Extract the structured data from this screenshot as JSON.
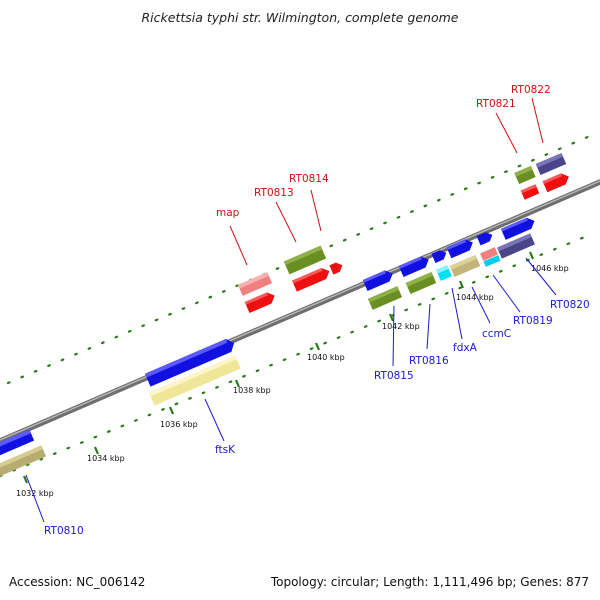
{
  "title": "Rickettsia typhi str. Wilmington, complete genome",
  "footer": {
    "accession": "Accession: NC_006142",
    "summary": "Topology: circular; Length: 1,111,496 bp; Genes: 877"
  },
  "tick_labels": [
    "1032 kbp",
    "1034 kbp",
    "1036 kbp",
    "1038 kbp",
    "1040 kbp",
    "1042 kbp",
    "1044 kbp",
    "1046 kbp"
  ],
  "gene_labels": {
    "RT0810": "RT0810",
    "ftsK": "ftsK",
    "map": "map",
    "RT0813": "RT0813",
    "RT0814": "RT0814",
    "RT0815": "RT0815",
    "RT0816": "RT0816",
    "fdxA": "fdxA",
    "ccmC": "ccmC",
    "RT0819": "RT0819",
    "RT0820": "RT0820",
    "RT0821": "RT0821",
    "RT0822": "RT0822"
  },
  "colors": {
    "backbone": "#808080",
    "tick": "#2a7a1a",
    "cds_plus": "#1010e0",
    "cds_minus": "#ee1010",
    "gene_green": "#6b8e23",
    "gene_pink": "#f08080",
    "gene_tan": "#c8bc80",
    "gene_yellow": "#f5eca0",
    "gene_purple": "#4a4488",
    "gene_cyan": "#00e0f0",
    "label_blue": "#1a1acc",
    "label_red": "#cc1111"
  }
}
